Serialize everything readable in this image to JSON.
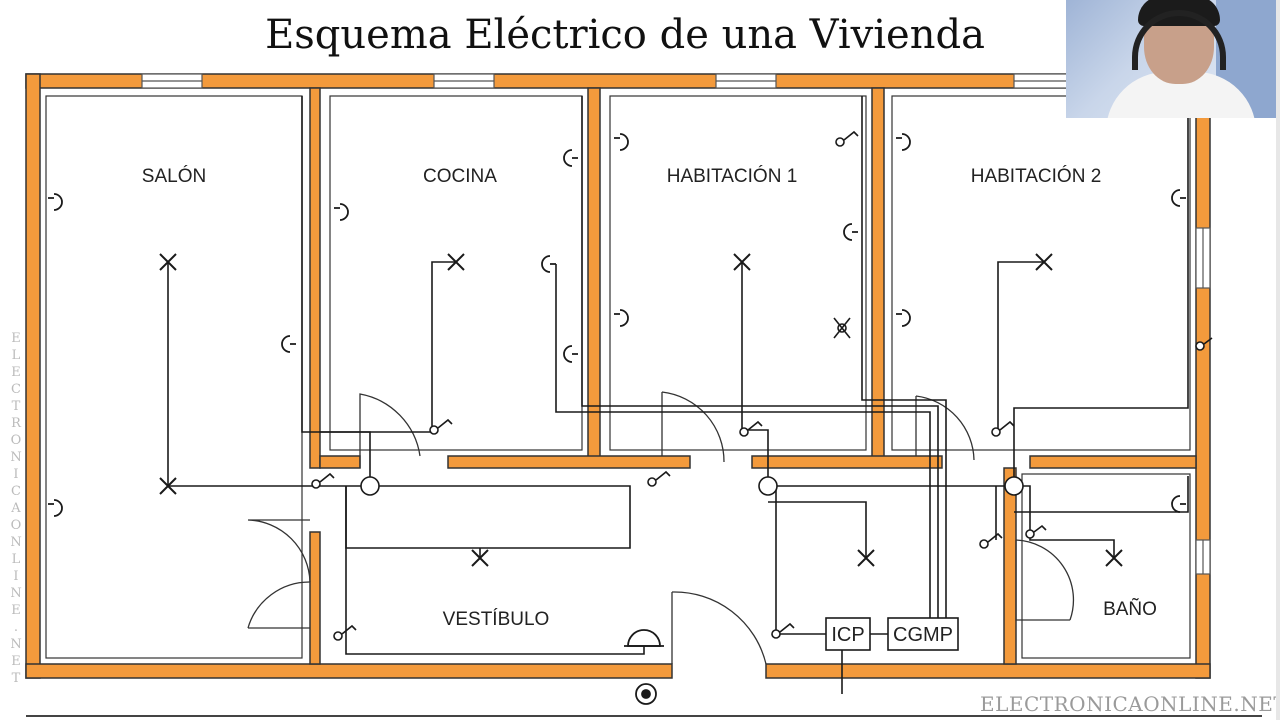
{
  "title": "Esquema Eléctrico de una Vivienda",
  "rooms": {
    "salon": "SALÓN",
    "cocina": "COCINA",
    "habitacion1": "HABITACIÓN 1",
    "habitacion2": "HABITACIÓN 2",
    "vestibulo": "VESTÍBULO",
    "bano": "BAÑO"
  },
  "panels": {
    "icp": "ICP",
    "cgmp": "CGMP"
  },
  "watermark": {
    "vertical": "ELECTRONICAONLINE.NET",
    "footer": "ELECTRONICAONLINE.NET"
  },
  "colors": {
    "wall": "#f39a3c",
    "line": "#1a1a1a"
  }
}
